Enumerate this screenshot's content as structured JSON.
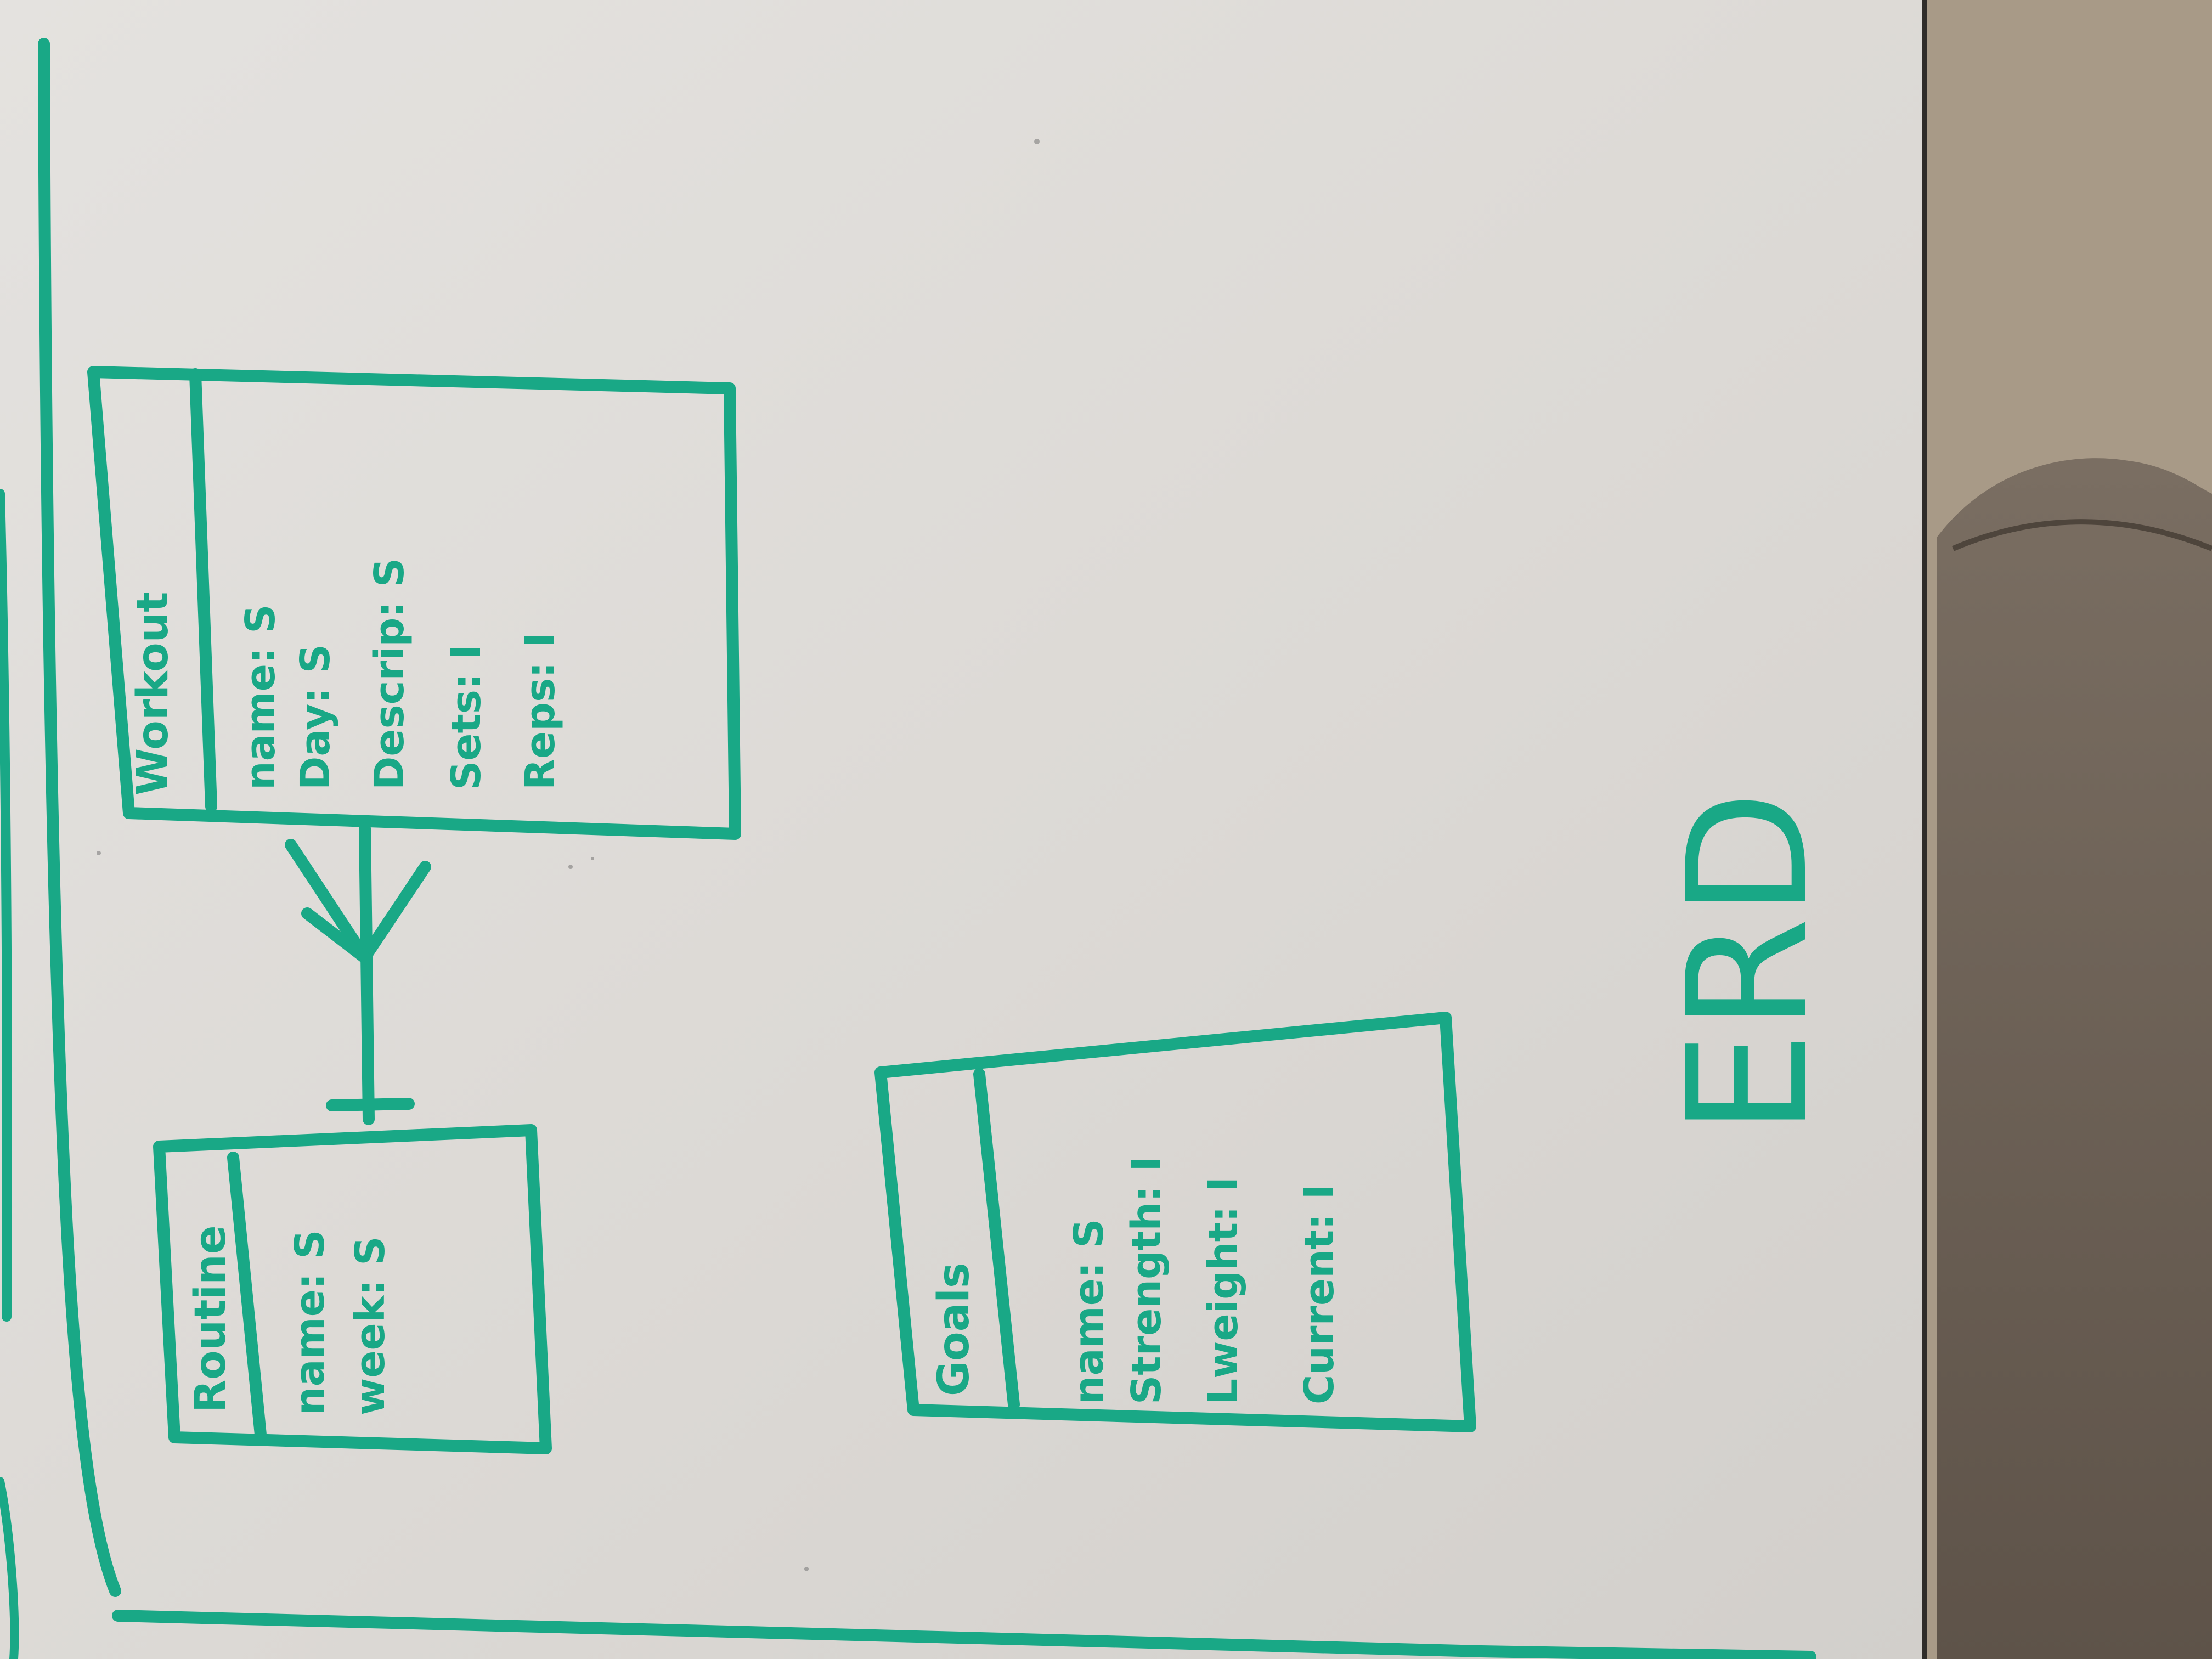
{
  "board": {
    "title": "ERD",
    "marker_color": "#19a886",
    "board_color": "#dedbd7"
  },
  "entities": {
    "workout": {
      "title": "Workout",
      "attributes": [
        "name: S",
        "Day: S",
        "Descrip: S",
        "Sets: I",
        "Reps: I"
      ]
    },
    "routine": {
      "title": "Routine",
      "attributes": [
        "name: S",
        "week: S"
      ]
    },
    "goals": {
      "title": "Goals",
      "attributes": [
        "name: S",
        "Strength: I",
        "Lweight: I",
        "Current: I"
      ]
    }
  },
  "relationships": [
    {
      "from": "workout",
      "to": "routine",
      "from_cardinality": "many",
      "to_cardinality": "one"
    }
  ]
}
